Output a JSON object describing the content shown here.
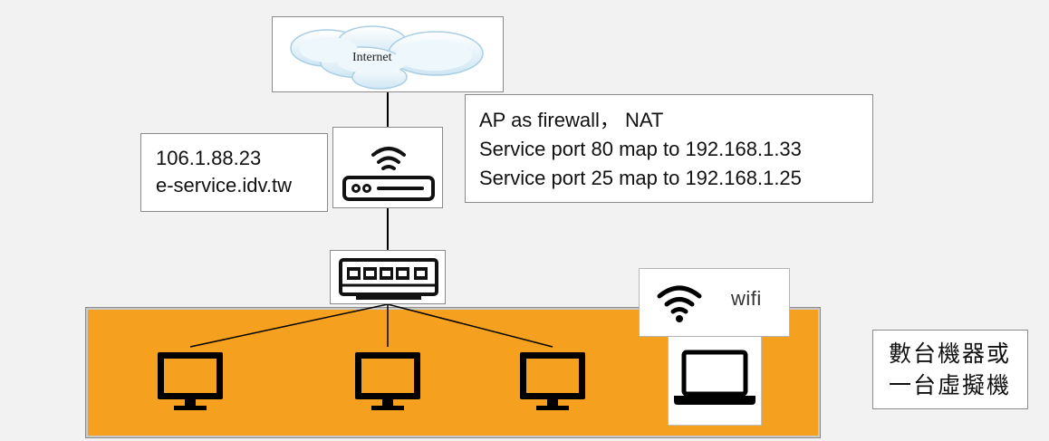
{
  "internet": {
    "label": "Internet"
  },
  "public_info": {
    "ip": "106.1.88.23",
    "domain": "e-service.idv.tw"
  },
  "router_note": {
    "line1": "AP as firewall， NAT",
    "line2": "Service port 80 map to 192.168.1.33",
    "line3": "Service port 25 map to 192.168.1.25"
  },
  "wifi": {
    "label": "wifi"
  },
  "machines_note": {
    "line1": "數台機器或",
    "line2": "一台虛擬機"
  },
  "colors": {
    "lan_area": "#f5a01f",
    "background": "#f2f2f2",
    "line": "#000000"
  },
  "icons": [
    "cloud-icon",
    "router-icon",
    "network-switch-icon",
    "monitor-icon",
    "laptop-icon",
    "wifi-icon"
  ]
}
